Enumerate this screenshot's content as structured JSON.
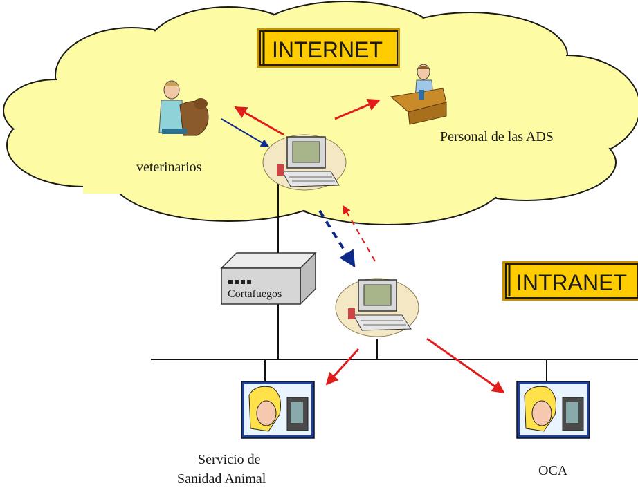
{
  "internet_badge": "INTERNET",
  "intranet_badge": "INTRANET",
  "veterinarios_label": "veterinarios",
  "personal_ads_label": "Personal de las ADS",
  "cortafuegos_label": "Cortafuegos",
  "servicio_label_line1": "Servicio de",
  "servicio_label_line2": "Sanidad Animal",
  "oca_label": "OCA",
  "colors": {
    "cloud_fill": "#fdfba4",
    "badge_fill": "#ffcc00",
    "arrow_red": "#e21b1b",
    "arrow_blue": "#0d2a8a",
    "line": "#111111"
  },
  "icons": {
    "veterinarian": "veterinarian-with-dog-clipart",
    "office_worker": "person-at-desk-clipart",
    "server": "computer-clipart",
    "firewall": "network-box",
    "workstation": "woman-at-computer-clipart"
  }
}
